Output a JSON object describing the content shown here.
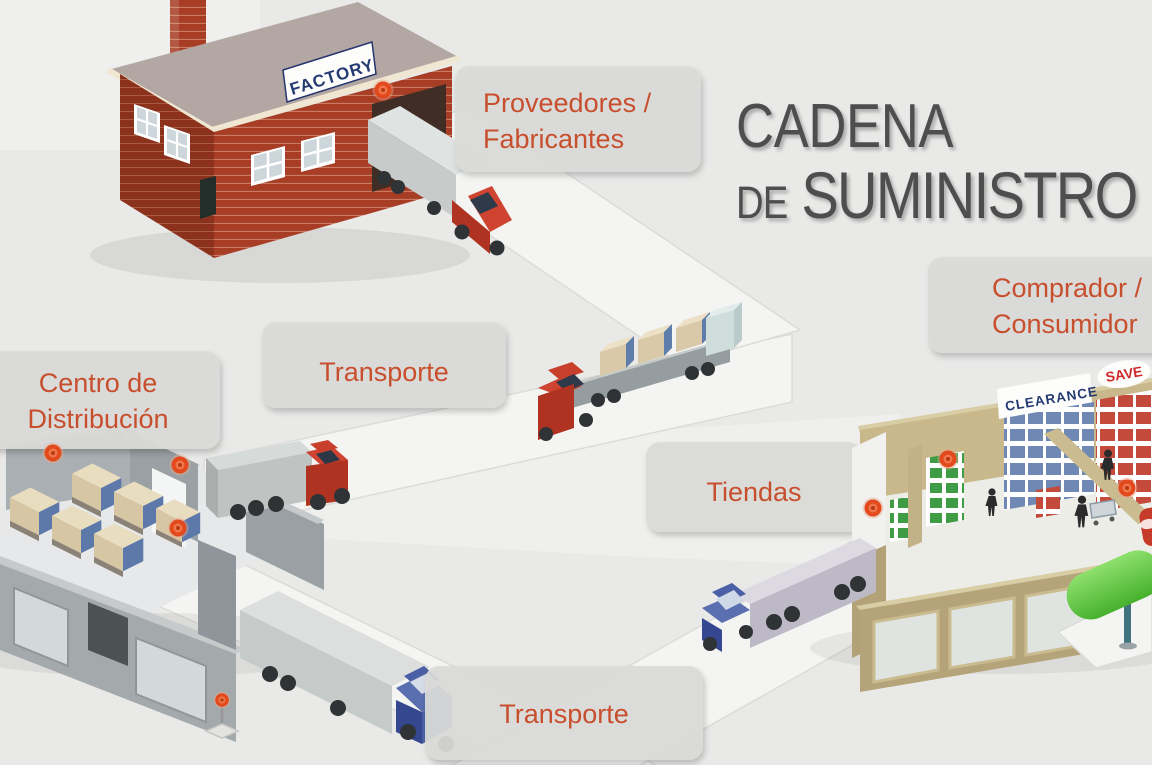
{
  "meta": {
    "language": "es",
    "description": "Isometric supply chain infographic with factory, trucks, distribution center and store"
  },
  "title": {
    "cadena": "CADENA",
    "de": "DE",
    "suministro": "SUMINISTRO"
  },
  "stages": [
    {
      "id": "proveedores-fabricantes",
      "lines": [
        "Proveedores /",
        "Fabricantes"
      ]
    },
    {
      "id": "transporte-1",
      "lines": [
        "Transporte"
      ]
    },
    {
      "id": "centro-distribucion",
      "lines": [
        "Centro de",
        "Distribución"
      ]
    },
    {
      "id": "tiendas",
      "lines": [
        "Tiendas"
      ]
    },
    {
      "id": "comprador-consumidor",
      "lines": [
        "Comprador /",
        "Consumidor"
      ]
    },
    {
      "id": "transporte-2",
      "lines": [
        "Transporte"
      ]
    }
  ],
  "signs": {
    "factory": "FACTORY",
    "clearance": "CLEARANCE",
    "save": "SAVE"
  },
  "colors": {
    "label_text": "#c8502f",
    "label_bg": "#dadad8",
    "title": "#4e4e4e",
    "marker": "#e2491d",
    "road": "#f4f4f2",
    "background": "#e9e9e8",
    "factory_brick": "#a83d26",
    "warehouse_gray": "#a4a9ac",
    "store_tan": "#bfae83",
    "truck_red": "#c23c2c",
    "truck_blue": "#3f549e",
    "awning_green": "#5cc93e"
  }
}
